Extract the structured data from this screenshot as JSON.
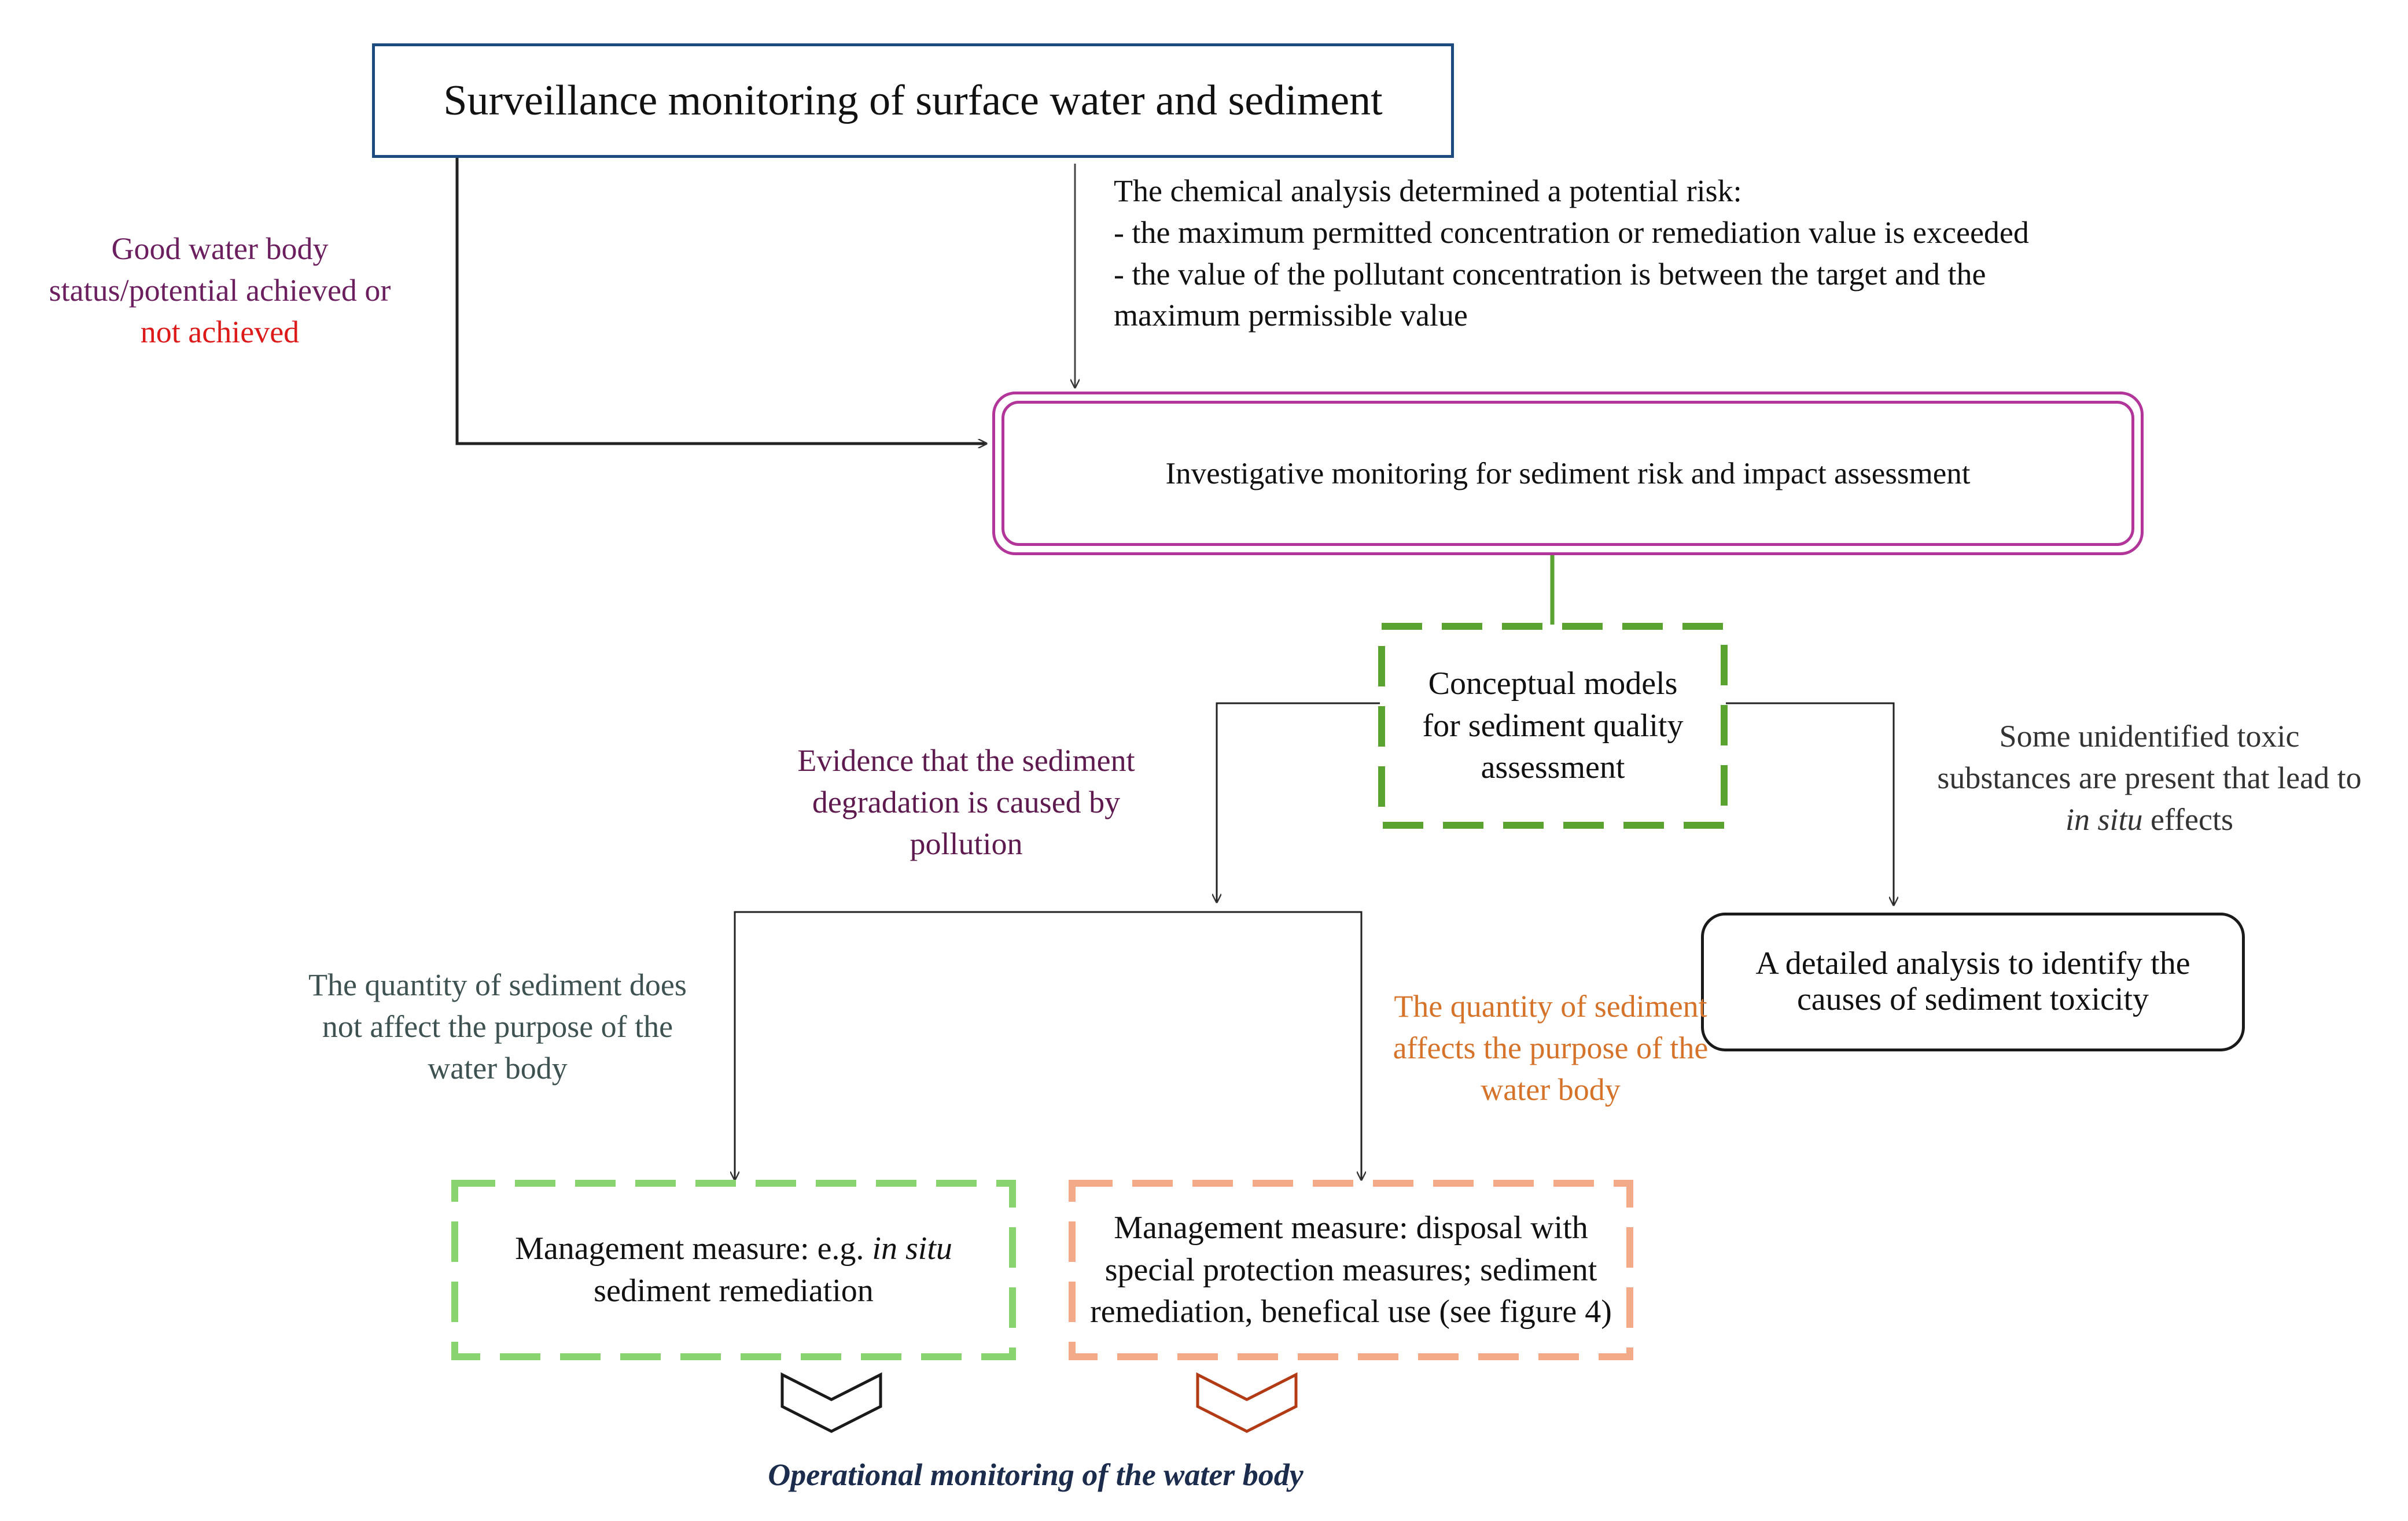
{
  "boxes": {
    "surveillance": "Surveillance monitoring of surface water and sediment",
    "investigative": "Investigative monitoring for sediment risk and impact assessment",
    "conceptual": "Conceptual models for sediment quality assessment",
    "detailed_analysis": "A detailed analysis to identify the causes of sediment toxicity",
    "mgmt_in_situ": {
      "prefix": "Management measure: e.g. ",
      "italic": "in situ",
      "suffix": " sediment remediation"
    },
    "mgmt_disposal": "Management measure: disposal with special protection measures; sediment remediation, benefical use (see figure 4)"
  },
  "labels": {
    "good_status": "Good water body status/potential achieved or",
    "not_achieved": "not achieved",
    "chem_risk_1": "The chemical analysis determined a potential risk:",
    "chem_risk_2": "- the maximum permitted concentration or remediation value is exceeded",
    "chem_risk_3": "- the value of the pollutant concentration is between the target and the maximum permissible value",
    "evidence": "Evidence that the sediment degradation is caused by pollution",
    "unidentified": {
      "prefix": "Some unidentified toxic substances are present that lead to ",
      "italic": "in situ",
      "suffix": " effects"
    },
    "qty_not_affect": "The quantity of sediment does not affect the purpose of the water body",
    "qty_affects": "The quantity of sediment affects the purpose of the water body",
    "operational": "Operational monitoring of the water body"
  },
  "colors": {
    "surveillance_border": "#1d4b80",
    "investigative_border": "#b2359a",
    "conceptual_dash": "#5aa330",
    "mgmt_in_situ_dash": "#8ad46f",
    "mgmt_disposal_dash": "#f2aa88",
    "good_status_text": "#6b1f5e",
    "not_achieved_text": "#dd1a1a",
    "evidence_text": "#5e1a4f",
    "qty_not_affect_text": "#3e5252",
    "qty_affects_text": "#d5732a",
    "operational_text": "#1c2c4c",
    "chevron_left": "#1a1a1a",
    "chevron_right": "#b23a14"
  },
  "icons": {
    "chevron_left": "chevron-down-icon",
    "chevron_right": "chevron-down-icon"
  }
}
